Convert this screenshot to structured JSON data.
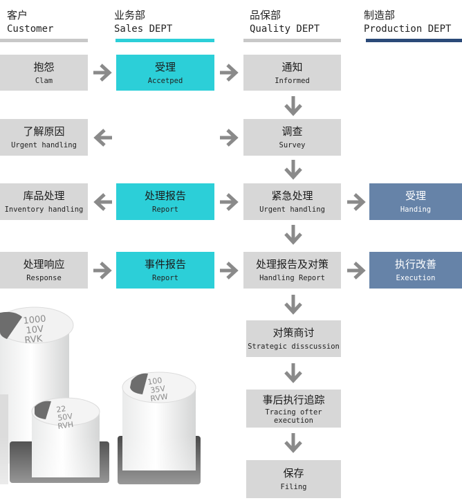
{
  "headers": [
    {
      "zh": "客户",
      "en": "Customer",
      "bar_color": "#c8c8c8"
    },
    {
      "zh": "业务部",
      "en": "Sales DEPT",
      "bar_color": "#2ccfd8"
    },
    {
      "zh": "品保部",
      "en": "Quality DEPT",
      "bar_color": "#c8c8c8"
    },
    {
      "zh": "制造部",
      "en": "Production DEPT",
      "bar_color": "#2b4a78"
    }
  ],
  "customer": [
    {
      "zh": "抱怨",
      "en": "Clam"
    },
    {
      "zh": "了解原因",
      "en": "Urgent handling"
    },
    {
      "zh": "库品处理",
      "en": "Inventory handling"
    },
    {
      "zh": "处理响应",
      "en": "Response"
    }
  ],
  "sales": [
    {
      "zh": "受理",
      "en": "Accetped"
    },
    {
      "zh": "处理报告",
      "en": "Report"
    },
    {
      "zh": "事件报告",
      "en": "Report"
    }
  ],
  "quality": [
    {
      "zh": "通知",
      "en": "Informed"
    },
    {
      "zh": "调查",
      "en": "Survey"
    },
    {
      "zh": "紧急处理",
      "en": "Urgent handling"
    },
    {
      "zh": "处理报告及对策",
      "en": "Handling Report"
    },
    {
      "zh": "对策商讨",
      "en": "Strategic disscussion"
    },
    {
      "zh": "事后执行追踪",
      "en": "Tracing ofter\nexecution"
    },
    {
      "zh": "保存",
      "en": "Filing"
    }
  ],
  "production": [
    {
      "zh": "受理",
      "en": "Handing"
    },
    {
      "zh": "执行改善",
      "en": "Execution"
    }
  ],
  "capacitors": [
    {
      "line1": "1000",
      "line2": "10V",
      "line3": "RVK"
    },
    {
      "line1": "100",
      "line2": "35V",
      "line3": "RVW"
    },
    {
      "line1": "22",
      "line2": "50V",
      "line3": "RVH"
    }
  ],
  "colors": {
    "arrow": "#8a8a8a",
    "grey_box": "#d7d7d7",
    "cyan_box": "#2ccfd8",
    "slate_box": "#6683a8"
  }
}
